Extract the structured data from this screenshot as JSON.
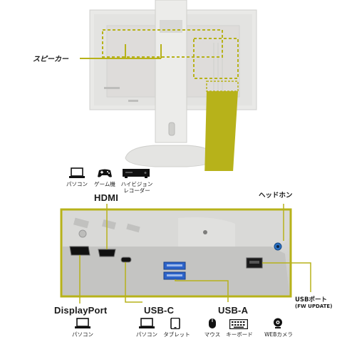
{
  "labels": {
    "speaker": "スピーカー",
    "hdmi": "HDMI",
    "headphone": "ヘッドホン",
    "displayport": "DisplayPort",
    "usb_c": "USB-C",
    "usb_a": "USB-A",
    "usb_port_line1": "USBポート",
    "usb_port_line2": "(FW UPDATE)"
  },
  "hdmi_devices": [
    {
      "icon": "laptop-icon",
      "label": "パソコン"
    },
    {
      "icon": "gamepad-icon",
      "label": "ゲーム機"
    },
    {
      "icon": "hdd-recorder-icon",
      "label": "ハイビジョン\nレコーダー"
    }
  ],
  "displayport_devices": [
    {
      "icon": "laptop-icon",
      "label": "パソコン"
    }
  ],
  "usb_c_devices": [
    {
      "icon": "laptop-icon",
      "label": "パソコン"
    },
    {
      "icon": "tablet-icon",
      "label": "タブレット"
    }
  ],
  "usb_a_devices": [
    {
      "icon": "mouse-icon",
      "label": "マウス"
    },
    {
      "icon": "keyboard-icon",
      "label": "キーボード"
    },
    {
      "icon": "webcam-icon",
      "label": "WEBカメラ"
    }
  ],
  "colors": {
    "accent": "#b7b21a",
    "monitor_body": "#e6e6e4",
    "port_panel": "#d2d2d0",
    "text": "#1a1a1a"
  }
}
